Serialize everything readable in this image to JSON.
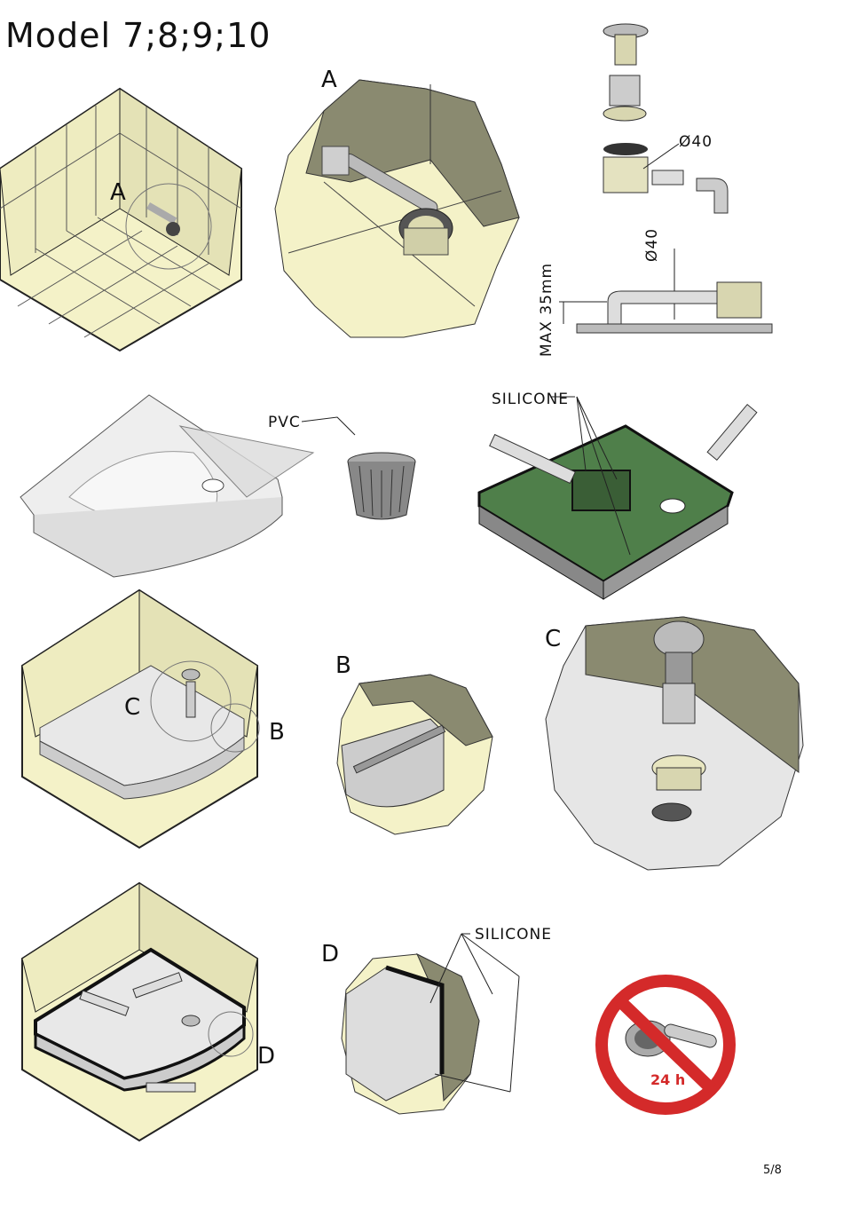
{
  "title": "Model 7;8;9;10",
  "labels": {
    "A1": "A",
    "A2": "A",
    "B1": "B",
    "B2": "B",
    "C1": "C",
    "C2": "C",
    "D1": "D",
    "D2": "D"
  },
  "annotations": {
    "diameter_top": "Ø40",
    "diameter_side": "Ø40",
    "max_height": "MAX 35mm",
    "pvc": "PVC",
    "silicone_top": "SILICONE",
    "silicone_bottom": "SILICONE"
  },
  "no_use_sign": {
    "text": "24 h",
    "color": "#d42a2a"
  },
  "page_number": "5/8",
  "colors": {
    "tile": "#f4f2c8",
    "wall": "#9a9a82",
    "tray_green": "#4f7f4a",
    "sign_red": "#d42a2a"
  }
}
